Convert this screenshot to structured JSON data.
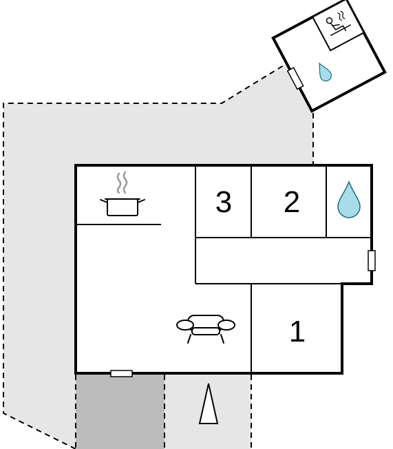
{
  "rooms": {
    "room1": {
      "label": "1"
    },
    "room2": {
      "label": "2"
    },
    "room3": {
      "label": "3"
    }
  },
  "colors": {
    "outdoor_area": "#e6e6e6",
    "carport": "#bcbcbc",
    "water": "#a8dce8",
    "water_outline": "#1a6a80",
    "walls": "#000000"
  },
  "icons": {
    "kitchen": "cooking-pot-icon",
    "living": "sofa-icon",
    "bathroom": "water-drop-icon",
    "sauna_bath": "water-drop-icon",
    "sauna": "sauna-person-icon",
    "north": "north-arrow-icon"
  }
}
